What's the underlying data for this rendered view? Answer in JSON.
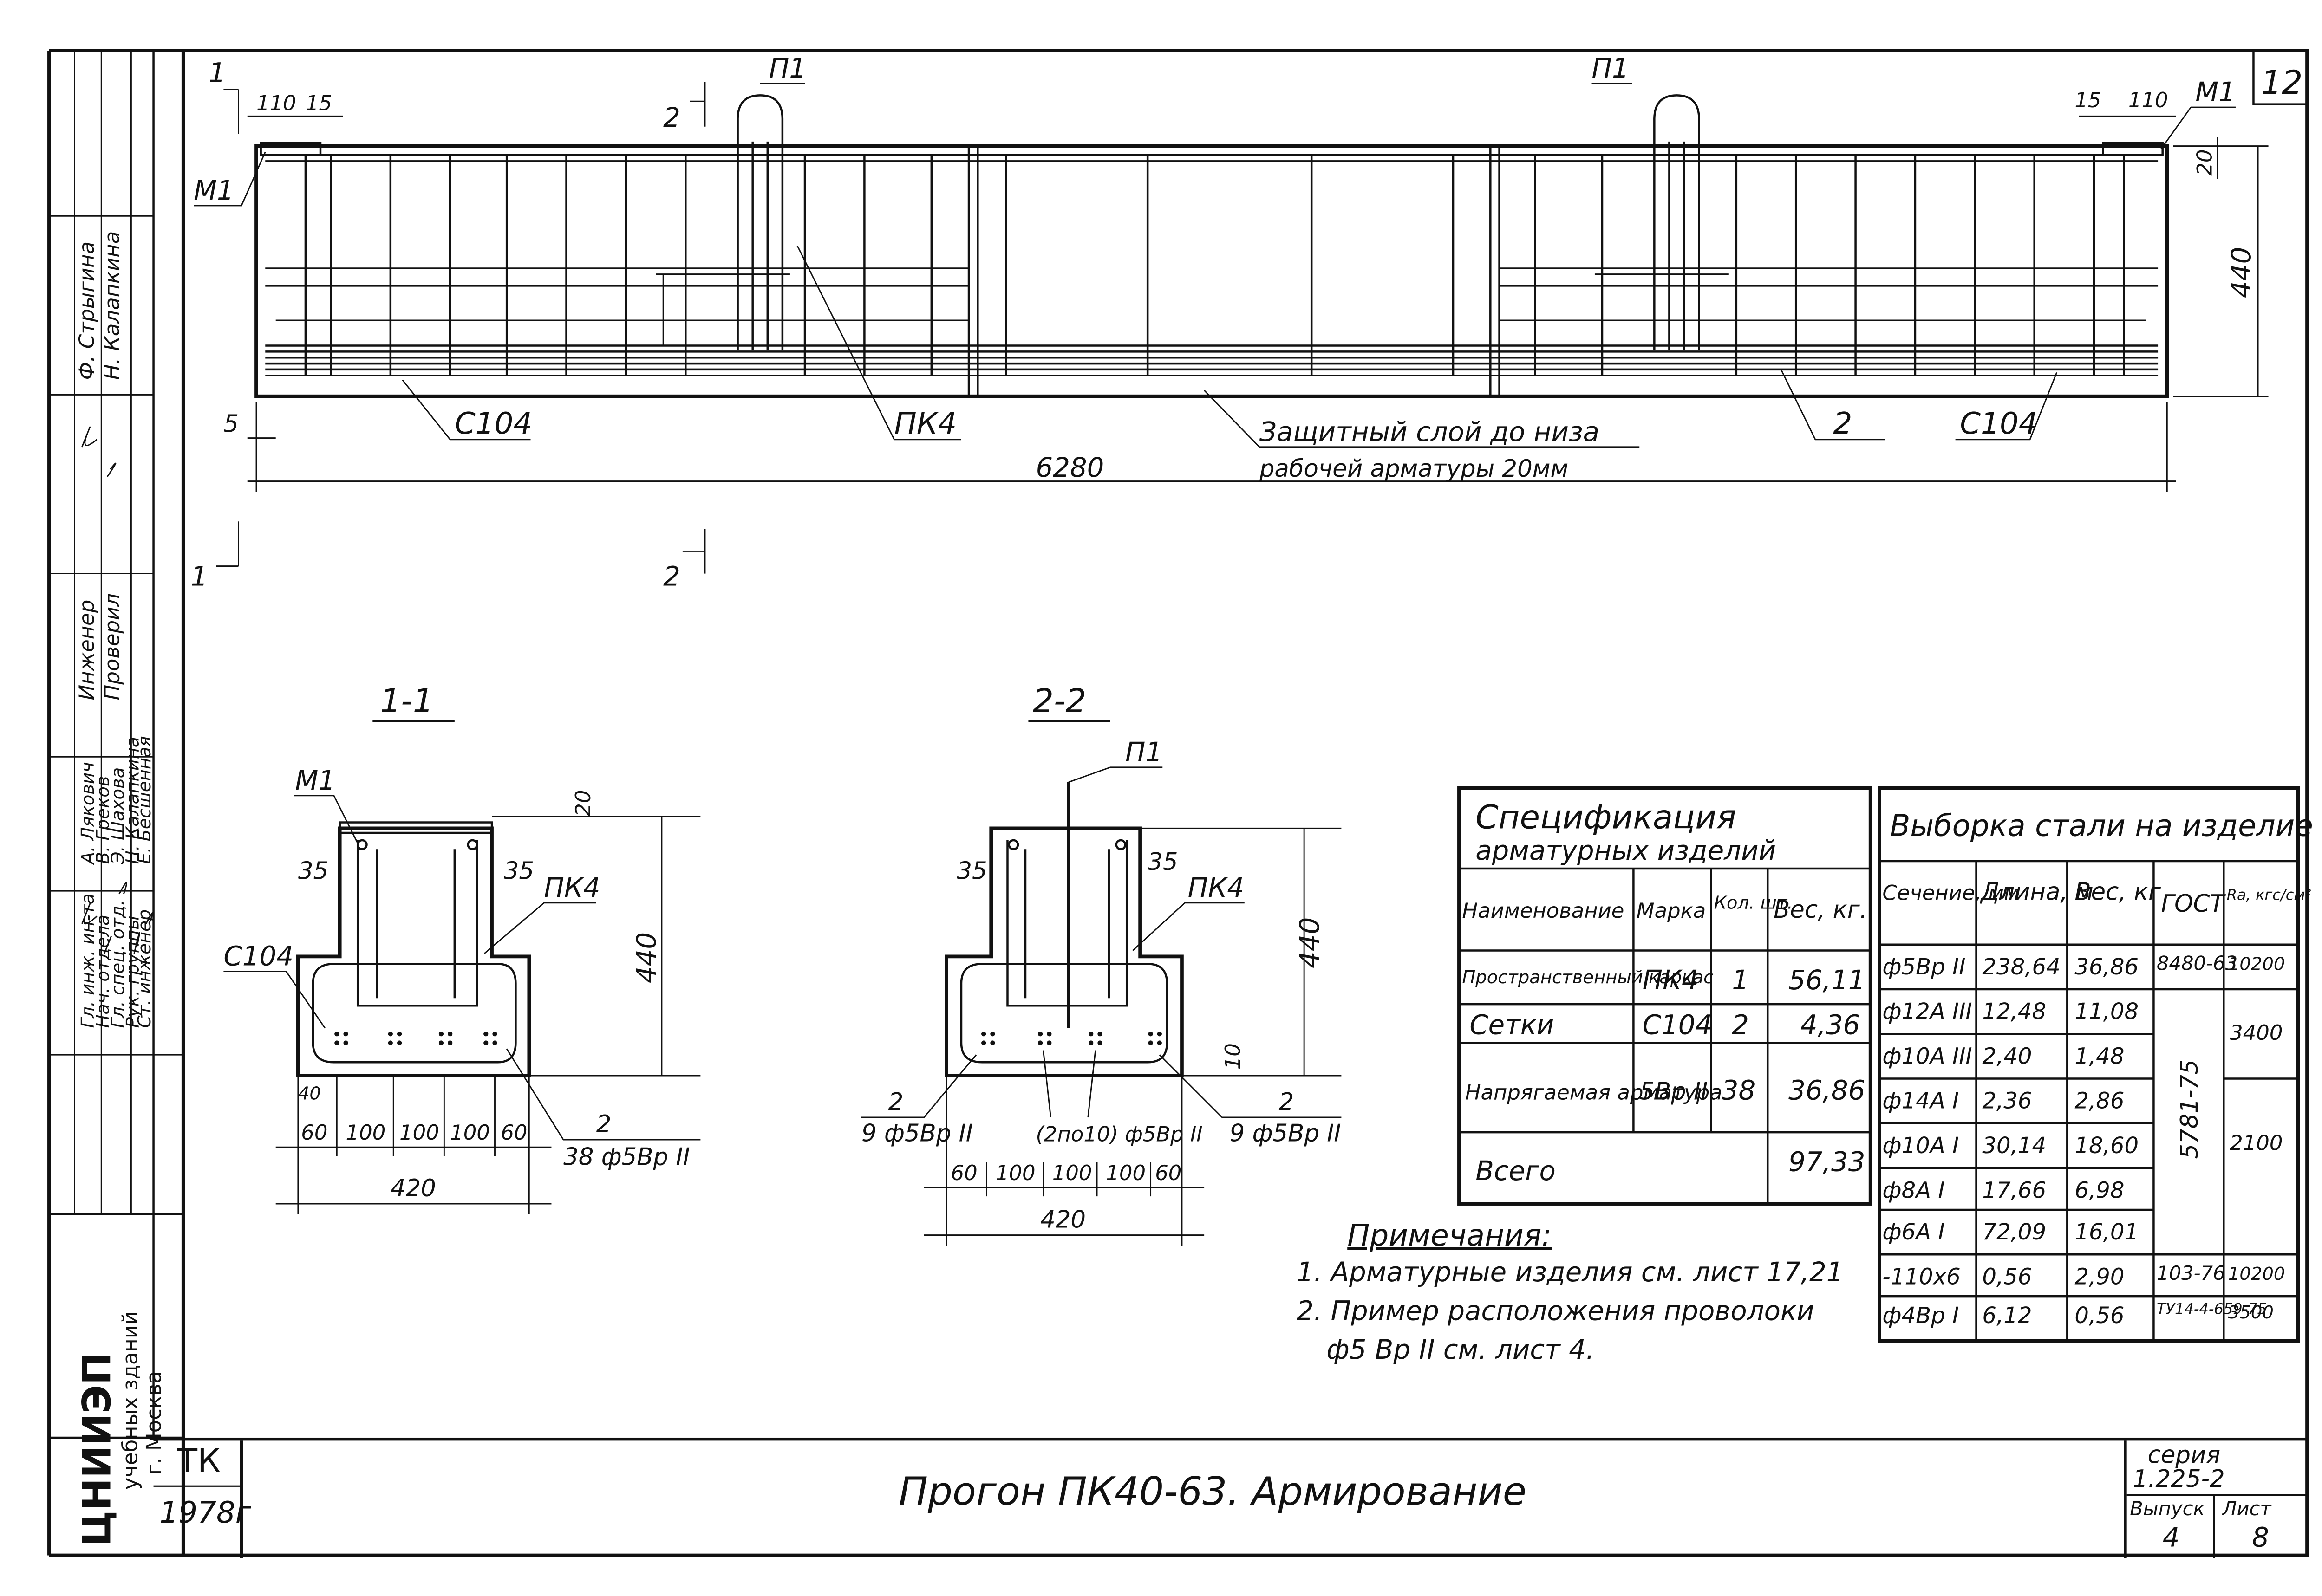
{
  "sheet_number": "12",
  "elevation": {
    "section_marks": [
      "1",
      "1",
      "2",
      "2"
    ],
    "labels": {
      "p1_left": "П1",
      "p1_right": "П1",
      "m1_left": "M1",
      "m1_right": "M1",
      "pk4": "ПК4",
      "c104_left": "C104",
      "c104_right": "C104",
      "bar2": "2"
    },
    "dims": {
      "d110_left": "110",
      "d15_left": "15",
      "d110_right": "110",
      "d15_right": "15",
      "d20_right": "20",
      "d440": "440",
      "d5": "5",
      "d6280": "6280"
    },
    "note_line1": "Защитный слой до низа",
    "note_line2": "рабочей арматуры 20мм"
  },
  "section_1": {
    "title": "1-1",
    "labels": {
      "m1": "M1",
      "pk4": "ПК4",
      "c104": "C104",
      "bar": "2",
      "bar_spec": "38 ф5Вр II"
    },
    "dims": {
      "d20": "20",
      "d35a": "35",
      "d35b": "35",
      "d440": "440",
      "d40": "40",
      "d60a": "60",
      "d100a": "100",
      "d100b": "100",
      "d100c": "100",
      "d60b": "60",
      "d420": "420"
    }
  },
  "section_2": {
    "title": "2-2",
    "labels": {
      "p1": "П1",
      "pk4": "ПК4",
      "bar_left": "2",
      "bar_left_spec": "9 ф5Вр II",
      "bar_mid_spec": "(2по10) ф5Вр II",
      "bar_right": "2",
      "bar_right_spec": "9 ф5Вр II"
    },
    "dims": {
      "d35a": "35",
      "d35b": "35",
      "d440": "440",
      "d10": "10",
      "d60a": "60",
      "d100a": "100",
      "d100b": "100",
      "d100c": "100",
      "d60b": "60",
      "d420": "420"
    }
  },
  "spec_table": {
    "title_line1": "Спецификация",
    "title_line2": "арматурных изделий",
    "headers": [
      "Наименование",
      "Марка",
      "Кол. шт.",
      "Вес, кг."
    ],
    "rows": [
      [
        "Пространственный каркас",
        "ПК4",
        "1",
        "56,11"
      ],
      [
        "Сетки",
        "С104",
        "2",
        "4,36"
      ],
      [
        "Напрягаемая арматура",
        "5Вр II",
        "38",
        "36,86"
      ],
      [
        "Всего",
        "",
        "",
        "97,33"
      ]
    ]
  },
  "steel_table": {
    "title": "Выборка стали на изделие",
    "headers": [
      "Сечение, мм",
      "Длина, м",
      "Вес, кг",
      "ГОСТ",
      "Ra, кгс/см²"
    ],
    "rows": [
      [
        "ф5Вр II",
        "238,64",
        "36,86",
        "8480-63",
        "10200"
      ],
      [
        "ф12А III",
        "12,48",
        "11,08",
        "",
        ""
      ],
      [
        "ф10А III",
        "2,40",
        "1,48",
        "",
        ""
      ],
      [
        "ф14А I",
        "2,36",
        "2,86",
        "",
        ""
      ],
      [
        "ф10А I",
        "30,14",
        "18,60",
        "",
        ""
      ],
      [
        "ф8А I",
        "17,66",
        "6,98",
        "",
        ""
      ],
      [
        "ф6А I",
        "72,09",
        "16,01",
        "",
        ""
      ],
      [
        "-110х6",
        "0,56",
        "2,90",
        "103-76",
        "10200"
      ],
      [
        "ф4Вр I",
        "6,12",
        "0,56",
        "ТУ14-4-659-75",
        "3500"
      ]
    ],
    "merged_gost": "5781-75",
    "merged_ra_1": "3400",
    "merged_ra_2": "2100"
  },
  "notes": {
    "title": "Примечания:",
    "line1": "1. Арматурные изделия см. лист 17,21",
    "line2": "2. Пример расположения проволоки",
    "line3": "ф5 Вр II см. лист 4."
  },
  "title_block": {
    "left_top": "ТК",
    "left_bottom": "1978г",
    "title": "Прогон ПК40-63. Армирование",
    "series_label": "серия",
    "series_value": "1.225-2",
    "issue_label": "Выпуск",
    "issue_value": "4",
    "sheet_label": "Лист",
    "sheet_value": "8"
  },
  "stamp": {
    "org_big": "ЦНИИЭП",
    "org_sub1": "учебных зданий",
    "org_sub2": "г. Москва",
    "positions": [
      "Гл. инж. ин-та",
      "Нач. отдела",
      "Гл. спец. отд.",
      "Рук. группы",
      "Ст. инженер"
    ],
    "names": [
      "А. Лякович",
      "В. Греков",
      "Э. Шахова",
      "Н. Калапкина",
      "Е. Бесшенная"
    ],
    "positions2": [
      "Инженер",
      "Проверил"
    ],
    "names2": [
      "Ф. Стрыгина",
      "Н. Калапкина"
    ]
  }
}
